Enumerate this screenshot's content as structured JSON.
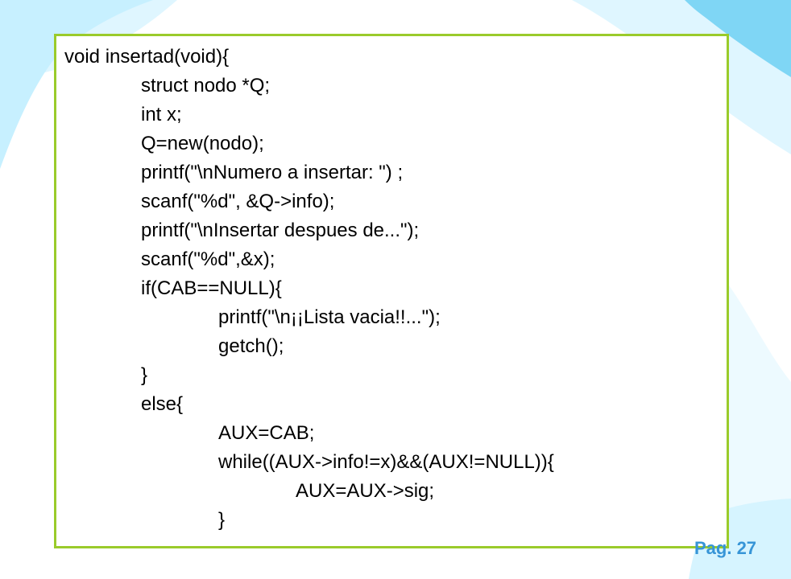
{
  "code_lines": [
    "void insertad(void){",
    "struct nodo *Q;",
    "int x;",
    "Q=new(nodo);",
    "printf(\"\\nNumero a insertar: \") ;",
    "scanf(\"%d\", &Q->info);",
    "printf(\"\\nInsertar despues de...\");",
    "scanf(\"%d\",&x);",
    "if(CAB==NULL){",
    "printf(\"\\n¡¡Lista vacia!!...\");",
    "getch();",
    "}",
    "else{",
    "AUX=CAB;",
    "while((AUX->info!=x)&&(AUX!=NULL)){",
    "AUX=AUX->sig;",
    "}"
  ],
  "footer": {
    "page": "Pag. 27"
  },
  "colors": {
    "frame_border": "#9acb2b",
    "footer_text": "#3795d7",
    "accent_light": "#bdeeff",
    "accent_mid": "#7fd6f5"
  }
}
